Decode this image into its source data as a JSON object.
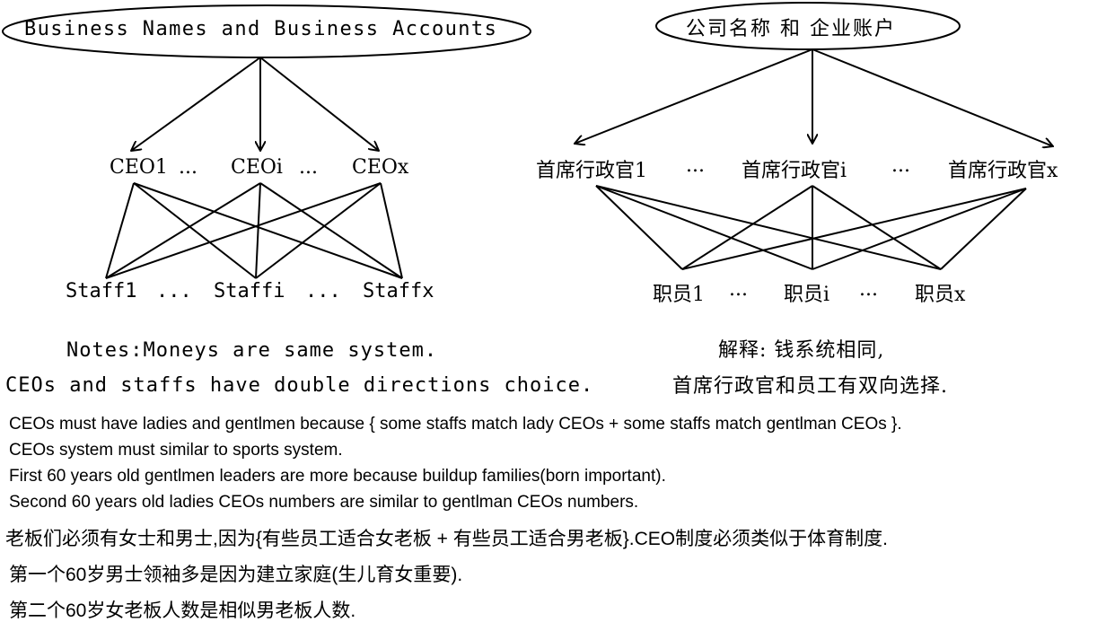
{
  "left_diagram": {
    "title": "Business Names and Business Accounts",
    "top_row": [
      "CEO1",
      "...",
      "CEOi",
      "...",
      "CEOx"
    ],
    "bottom_row": [
      "Staff1",
      "...",
      "Staffi",
      "...",
      "Staffx"
    ],
    "notes": [
      "Notes:Moneys are same system.",
      "CEOs and staffs have double directions choice."
    ]
  },
  "right_diagram": {
    "title": "公司名称 和 企业账户",
    "top_row": [
      "首席行政官1",
      "...",
      "首席行政官i",
      "...",
      "首席行政官x"
    ],
    "bottom_row": [
      "职员1",
      "...",
      "职员i",
      "...",
      "职员x"
    ],
    "notes": [
      "解释: 钱系统相同,",
      "首席行政官和员工有双向选择."
    ]
  },
  "body_en": [
    "CEOs must have ladies and gentlmen because { some staffs match lady CEOs + some staffs match gentlman CEOs }.",
    "CEOs system must similar to sports system.",
    "First 60 years old gentlmen leaders are more because buildup families(born important).",
    "Second 60 years old ladies CEOs numbers are similar to gentlman CEOs numbers."
  ],
  "body_zh": [
    "老板们必须有女士和男士,因为{有些员工适合女老板 + 有些员工适合男老板}.CEO制度必须类似于体育制度.",
    "第一个60岁男士领袖多是因为建立家庭(生儿育女重要).",
    "第二个60岁女老板人数是相似男老板人数."
  ]
}
